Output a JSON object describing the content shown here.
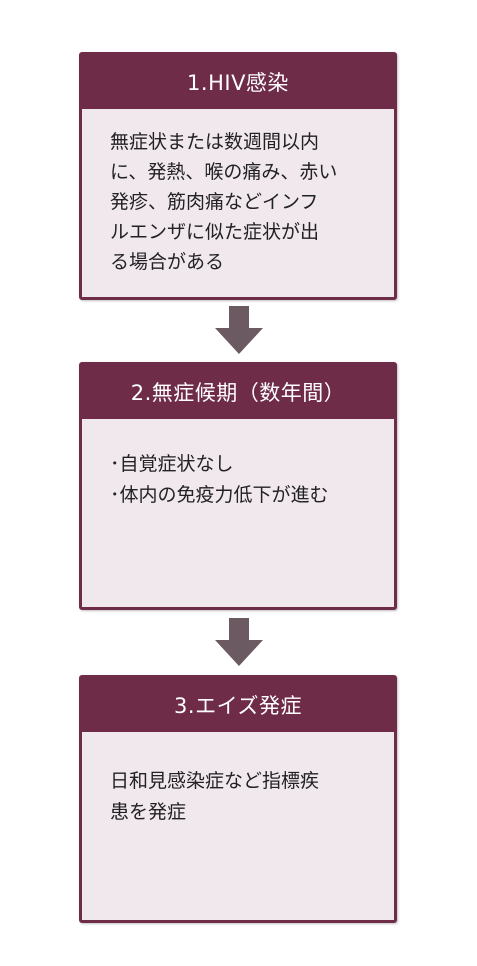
{
  "steps": [
    {
      "title": "1.HIV感染",
      "body": "無症状または数週間以内\nに、発熱、喉の痛み、赤い\n発疹、筋肉痛などインフ\nルエンザに似た症状が出\nる場合がある"
    },
    {
      "title": "2.無症候期（数年間）",
      "body": "･自覚症状なし\n･体内の免疫力低下が進む"
    },
    {
      "title": "3.エイズ発症",
      "body": "日和見感染症など指標疾\n患を発症"
    }
  ],
  "colors": {
    "header": "#6e2c49",
    "card_background": "#f1e8ee",
    "arrow": "#6b5a62"
  }
}
